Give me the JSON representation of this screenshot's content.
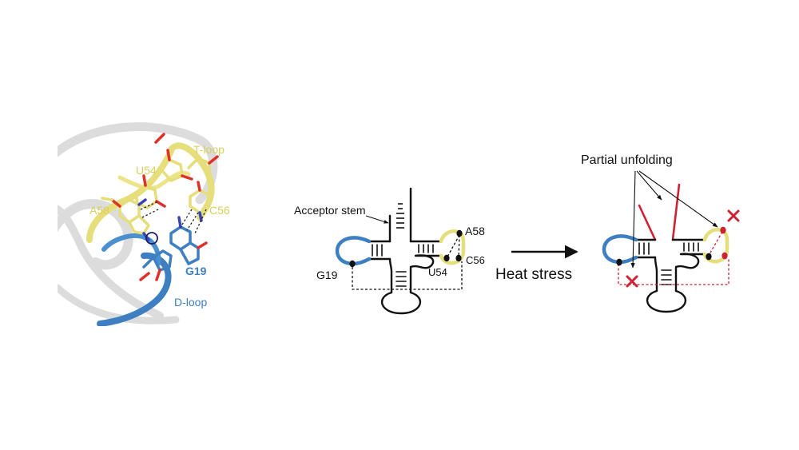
{
  "colors": {
    "t_loop": "#e6de7a",
    "d_loop": "#3d7fc1",
    "backbone_grey": "#dddddd",
    "oxygen": "#e0302a",
    "nitrogen": "#3a44b5",
    "unfold": "#cc2233",
    "ink": "#111111"
  },
  "panel_structure": {
    "labels": {
      "t_loop": "T-loop",
      "u54": "U54",
      "a58": "A58",
      "c56": "C56",
      "g19": "G19",
      "d_loop": "D-loop"
    }
  },
  "panel_schematic": {
    "acceptor_stem": "Acceptor stem",
    "a58": "A58",
    "g19": "G19",
    "u54": "U54",
    "c56": "C56"
  },
  "transition": {
    "label": "Heat stress"
  },
  "panel_unfolded": {
    "title": "Partial unfolding"
  }
}
